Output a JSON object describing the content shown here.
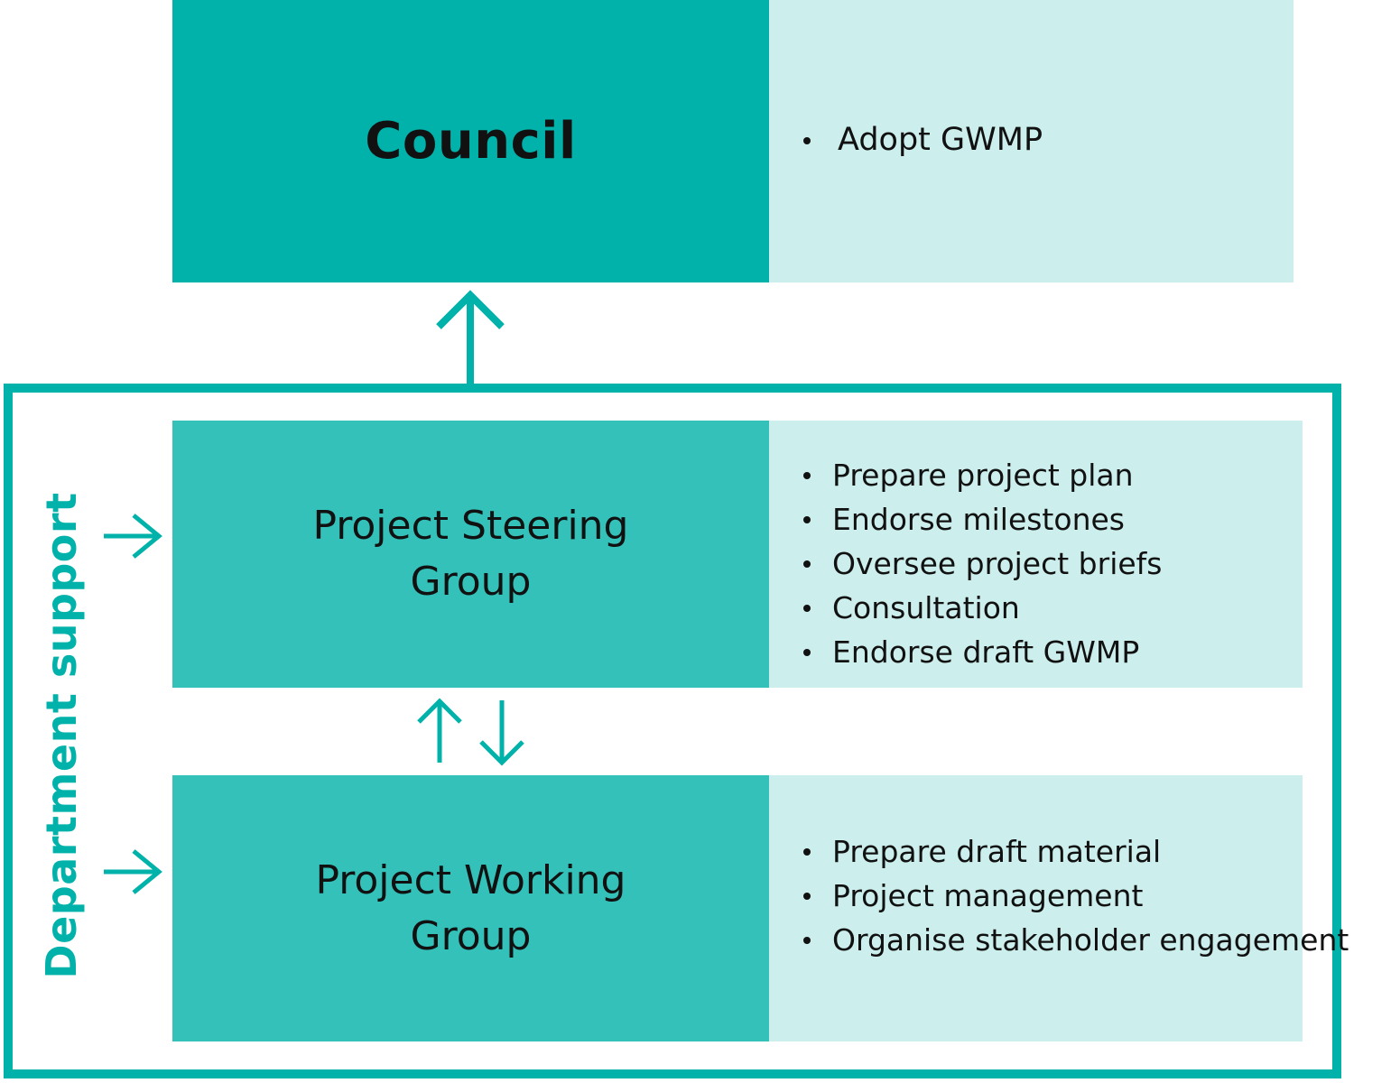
{
  "council": {
    "title": "Council",
    "responsibilities": [
      "Adopt GWMP"
    ]
  },
  "steering_group": {
    "title": "Project Steering Group",
    "responsibilities": [
      "Prepare project plan",
      "Endorse milestones",
      "Oversee project briefs",
      "Consultation",
      "Endorse draft GWMP"
    ]
  },
  "working_group": {
    "title": "Project Working Group",
    "responsibilities": [
      "Prepare draft material",
      "Project management",
      "Organise stakeholder engagement"
    ]
  },
  "department": {
    "label": "Department support"
  },
  "colors": {
    "teal_dark": "#00b2a9",
    "teal_mid": "#33c1b9",
    "teal_light": "#ccefed",
    "text": "#111111"
  }
}
